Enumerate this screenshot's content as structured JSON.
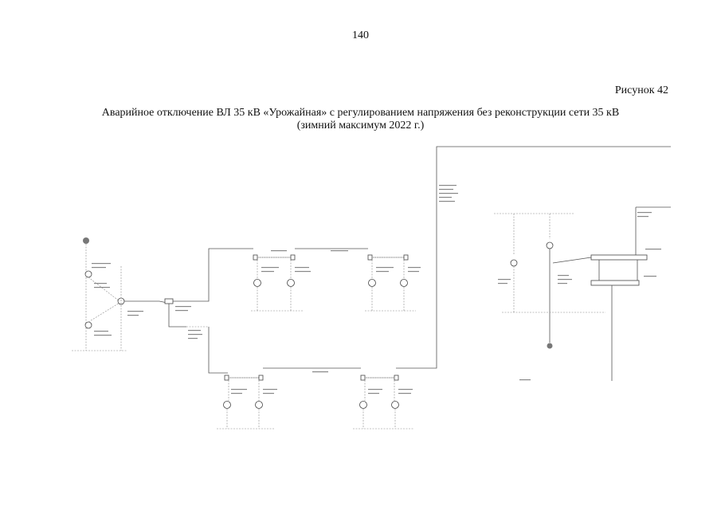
{
  "page": {
    "number": "140",
    "figure_label": "Рисунок 42",
    "title_line1": "Аварийное отключение ВЛ 35 кВ «Урожайная» с регулированием напряжения без реконструкции сети 35 кВ",
    "title_line2": "(зимний максимум 2022 г.)"
  },
  "diagram": {
    "icons": {
      "generator": "generator-icon",
      "transformer": "transformer-icon",
      "bus": "busbar"
    }
  }
}
